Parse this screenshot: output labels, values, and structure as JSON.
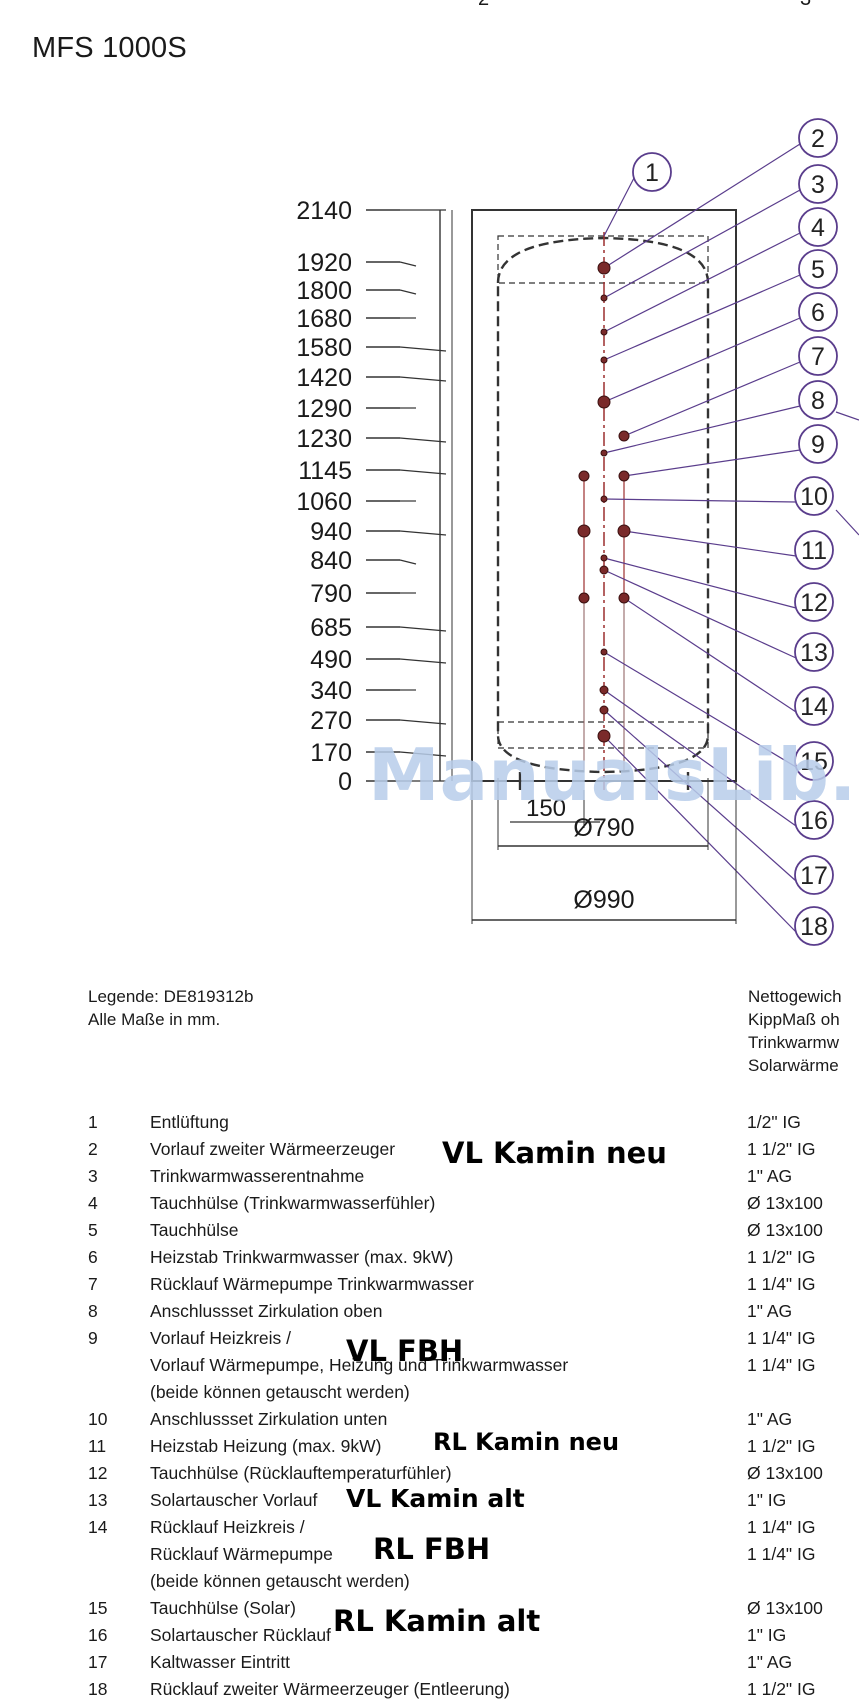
{
  "page": {
    "top_numbers": [
      "2",
      "3"
    ],
    "title": "MFS 1000S"
  },
  "diagram": {
    "height_labels": [
      "2140",
      "1920",
      "1800",
      "1680",
      "1580",
      "1420",
      "1290",
      "1230",
      "1145",
      "1060",
      "940",
      "840",
      "790",
      "685",
      "490",
      "340",
      "270",
      "170",
      "0"
    ],
    "callouts": [
      "1",
      "2",
      "3",
      "4",
      "5",
      "6",
      "7",
      "8",
      "9",
      "10",
      "11",
      "12",
      "13",
      "14",
      "15",
      "16",
      "17",
      "18"
    ],
    "dim_150": "150",
    "dim_790": "Ø790",
    "dim_990": "Ø990",
    "watermark": "ManualsLib.d"
  },
  "legend": {
    "ref": "Legende: DE819312b",
    "units": "Alle Maße in mm.",
    "weight_lines": [
      "Nettogewich",
      "KippMaß oh",
      "Trinkwarmw",
      "Solarwärme"
    ],
    "rows": [
      {
        "num": "1",
        "desc": "Entlüftung",
        "conn": "1/2\" IG"
      },
      {
        "num": "2",
        "desc": "Vorlauf zweiter Wärmeerzeuger",
        "conn": "1 1/2\" IG"
      },
      {
        "num": "3",
        "desc": "Trinkwarmwasserentnahme",
        "conn": "1\" AG"
      },
      {
        "num": "4",
        "desc": "Tauchhülse (Trinkwarmwasserfühler)",
        "conn": "Ø 13x100"
      },
      {
        "num": "5",
        "desc": "Tauchhülse",
        "conn": "Ø 13x100"
      },
      {
        "num": "6",
        "desc": "Heizstab Trinkwarmwasser (max. 9kW)",
        "conn": "1 1/2\" IG"
      },
      {
        "num": "7",
        "desc": "Rücklauf Wärmepumpe Trinkwarmwasser",
        "conn": "1 1/4\" IG"
      },
      {
        "num": "8",
        "desc": "Anschlussset Zirkulation oben",
        "conn": "1\" AG"
      },
      {
        "num": "9",
        "desc": "Vorlauf Heizkreis /",
        "conn": "1 1/4\" IG"
      },
      {
        "num": "",
        "desc": "Vorlauf Wärmepumpe, Heizung und Trinkwarmwasser",
        "conn": "1 1/4\" IG"
      },
      {
        "num": "",
        "desc": "(beide können getauscht werden)",
        "conn": ""
      },
      {
        "num": "10",
        "desc": "Anschlussset Zirkulation unten",
        "conn": "1\" AG"
      },
      {
        "num": "11",
        "desc": "Heizstab Heizung (max. 9kW)",
        "conn": "1 1/2\" IG"
      },
      {
        "num": "12",
        "desc": "Tauchhülse (Rücklauftemperaturfühler)",
        "conn": "Ø 13x100"
      },
      {
        "num": "13",
        "desc": "Solartauscher Vorlauf",
        "conn": "1\" IG"
      },
      {
        "num": "14",
        "desc": "Rücklauf Heizkreis /",
        "conn": "1 1/4\" IG"
      },
      {
        "num": "",
        "desc": "Rücklauf Wärmepumpe",
        "conn": "1 1/4\" IG"
      },
      {
        "num": "",
        "desc": "(beide können getauscht werden)",
        "conn": ""
      },
      {
        "num": "15",
        "desc": "Tauchhülse (Solar)",
        "conn": "Ø 13x100"
      },
      {
        "num": "16",
        "desc": "Solartauscher Rücklauf",
        "conn": "1\" IG"
      },
      {
        "num": "17",
        "desc": "Kaltwasser Eintritt",
        "conn": "1\" AG"
      },
      {
        "num": "18",
        "desc": "Rücklauf zweiter Wärmeerzeuger (Entleerung)",
        "conn": "1 1/2\" IG"
      }
    ]
  },
  "annotations": {
    "vl_kamin_neu": "VL Kamin neu",
    "vl_fbh": "VL FBH",
    "rl_kamin_neu": "RL Kamin neu",
    "vl_kamin_alt": "VL Kamin alt",
    "rl_fbh": "RL FBH",
    "rl_kamin_alt": "RL Kamin alt"
  },
  "colors": {
    "callout_purple": "#5a3d8c",
    "port_red": "#9c2f2f",
    "watermark": "#b8cdea"
  }
}
